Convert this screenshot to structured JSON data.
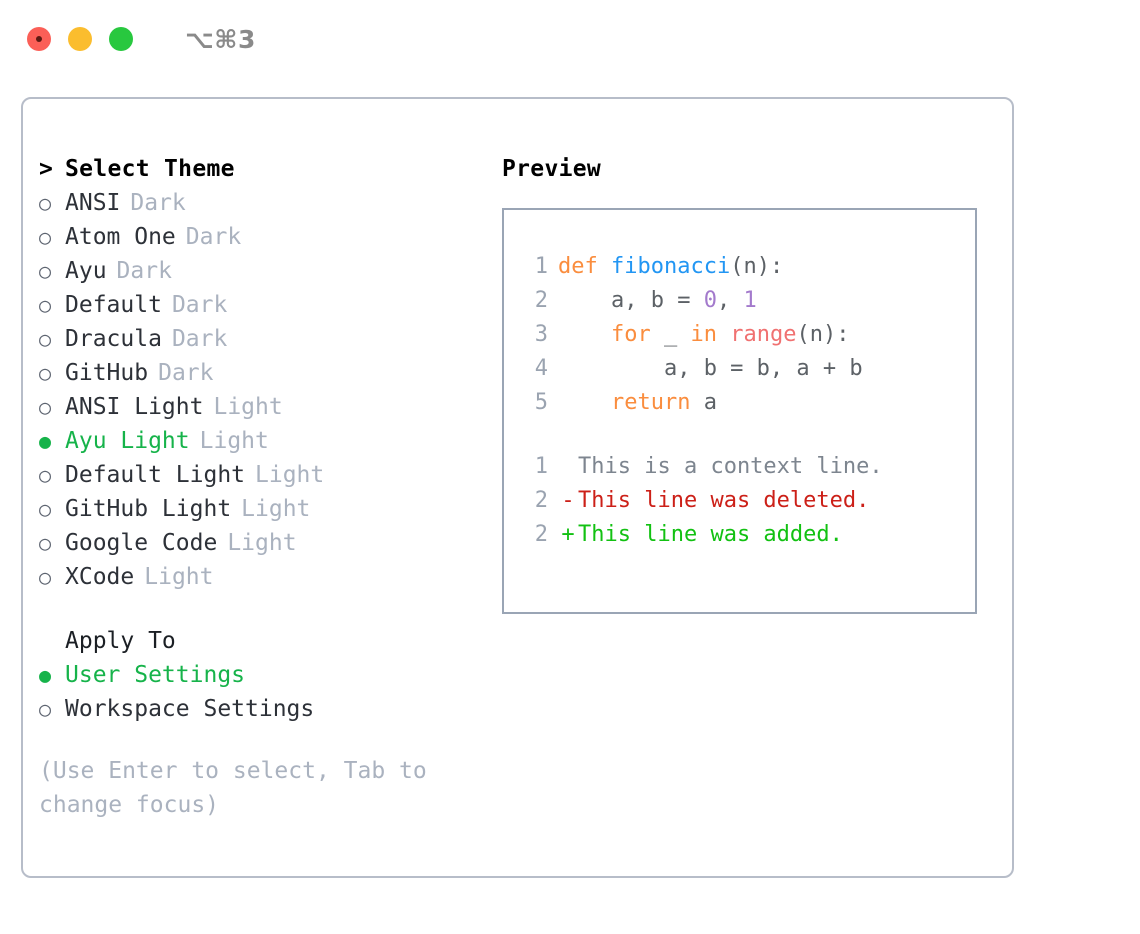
{
  "window": {
    "shortcut": "⌥⌘3",
    "traffic_lights": [
      "close",
      "minimize",
      "zoom"
    ]
  },
  "theme_list": {
    "heading": "Select Theme",
    "chevron": ">",
    "bullet_selected": "●",
    "bullet_unselected": "○",
    "items": [
      {
        "name": "ANSI",
        "variant": "Dark",
        "selected": false
      },
      {
        "name": "Atom One",
        "variant": "Dark",
        "selected": false
      },
      {
        "name": "Ayu",
        "variant": "Dark",
        "selected": false
      },
      {
        "name": "Default",
        "variant": "Dark",
        "selected": false
      },
      {
        "name": "Dracula",
        "variant": "Dark",
        "selected": false
      },
      {
        "name": "GitHub",
        "variant": "Dark",
        "selected": false
      },
      {
        "name": "ANSI Light",
        "variant": "Light",
        "selected": false
      },
      {
        "name": "Ayu Light",
        "variant": "Light",
        "selected": true
      },
      {
        "name": "Default Light",
        "variant": "Light",
        "selected": false
      },
      {
        "name": "GitHub Light",
        "variant": "Light",
        "selected": false
      },
      {
        "name": "Google Code",
        "variant": "Light",
        "selected": false
      },
      {
        "name": "XCode",
        "variant": "Light",
        "selected": false
      }
    ]
  },
  "apply_to": {
    "heading": "Apply To",
    "options": [
      {
        "label": "User Settings",
        "selected": true
      },
      {
        "label": "Workspace Settings",
        "selected": false
      }
    ]
  },
  "hint": "(Use Enter to select, Tab to change focus)",
  "preview": {
    "title": "Preview",
    "code_lines": [
      {
        "number": "1",
        "tokens": [
          {
            "text": "def ",
            "kind": "keyword"
          },
          {
            "text": "fibonacci",
            "kind": "function"
          },
          {
            "text": "(n):",
            "kind": "plain"
          }
        ]
      },
      {
        "number": "2",
        "tokens": [
          {
            "text": "    a, b = ",
            "kind": "plain"
          },
          {
            "text": "0",
            "kind": "number"
          },
          {
            "text": ", ",
            "kind": "plain"
          },
          {
            "text": "1",
            "kind": "number"
          }
        ]
      },
      {
        "number": "3",
        "tokens": [
          {
            "text": "    ",
            "kind": "plain"
          },
          {
            "text": "for",
            "kind": "keyword"
          },
          {
            "text": " _ ",
            "kind": "plain"
          },
          {
            "text": "in",
            "kind": "keyword"
          },
          {
            "text": " ",
            "kind": "plain"
          },
          {
            "text": "range",
            "kind": "call"
          },
          {
            "text": "(n):",
            "kind": "plain"
          }
        ]
      },
      {
        "number": "4",
        "tokens": [
          {
            "text": "        a, b = b, a + b",
            "kind": "plain"
          }
        ]
      },
      {
        "number": "5",
        "tokens": [
          {
            "text": "    ",
            "kind": "plain"
          },
          {
            "text": "return",
            "kind": "keyword"
          },
          {
            "text": " a",
            "kind": "plain"
          }
        ]
      }
    ],
    "diff_lines": [
      {
        "number": "1",
        "sign": " ",
        "text": "This is a context line.",
        "kind": "context"
      },
      {
        "number": "2",
        "sign": "-",
        "text": "This line was deleted.",
        "kind": "deleted"
      },
      {
        "number": "2",
        "sign": "+",
        "text": "This line was added.",
        "kind": "added"
      }
    ]
  },
  "colors": {
    "keyword": "#fa8d3e",
    "function": "#2296f3",
    "number": "#a37acc",
    "call": "#f07171",
    "plain": "#5c6166",
    "line_number": "#9aa3b0",
    "selected_green": "#16b34a",
    "diff_added": "#12c112",
    "diff_deleted": "#cc2018",
    "muted": "#aab2bf",
    "panel_border": "#b7bdc9",
    "preview_border": "#9aa5b5",
    "traffic_red": "#fb5f57",
    "traffic_yellow": "#fbbd2e",
    "traffic_green": "#28c83f"
  }
}
